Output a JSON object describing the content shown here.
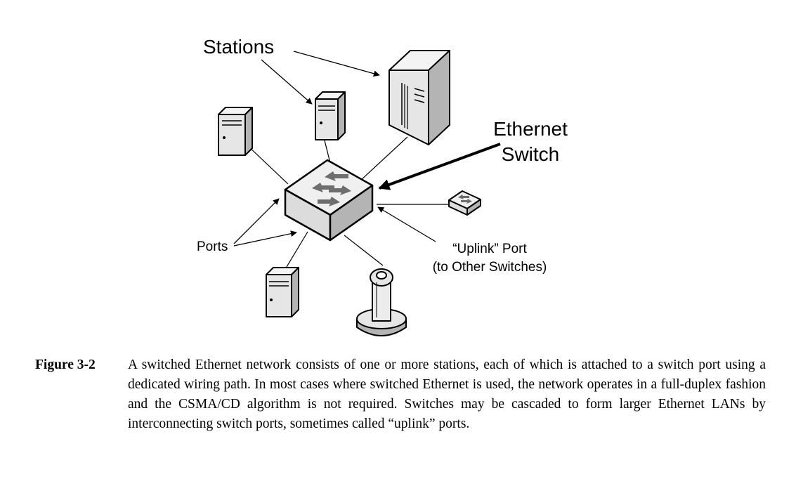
{
  "labels": {
    "stations": "Stations",
    "switch_line1": "Ethernet",
    "switch_line2": "Switch",
    "ports": "Ports",
    "uplink_line1": "“Uplink” Port",
    "uplink_line2": "(to Other Switches)"
  },
  "caption": {
    "number": "Figure 3-2",
    "text": "A switched Ethernet network consists of one or more stations, each of which is attached to a switch port using a dedicated wiring path. In most cases where switched Ethernet is used, the network operates in a full-duplex fashion and the CSMA/CD algorithm is not required. Switches may be cascaded to form larger Ethernet LANs by interconnecting switch ports, sometimes called “uplink” ports."
  },
  "colors": {
    "line": "#000000",
    "device_face": "#e6e6e6",
    "device_side": "#b4b4b4",
    "device_top": "#f4f4f4"
  }
}
